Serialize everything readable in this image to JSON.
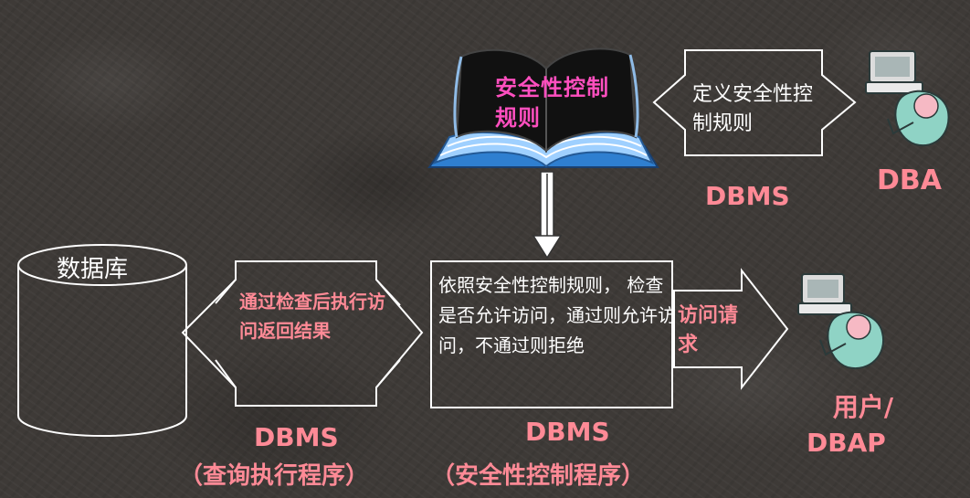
{
  "book": {
    "label": "安全性控制规则"
  },
  "define_rules": {
    "label": "定义安全性控制规则"
  },
  "dbms_top": "DBMS",
  "dba": "DBA",
  "database": {
    "label": "数据库"
  },
  "query_exec_box": {
    "label": "通过检查后执行访问返回结果"
  },
  "security_check_box": {
    "label": "依照安全性控制规则， 检查是否允许访问，通过则允许访问，不通过则拒绝"
  },
  "access_request": "访问请求",
  "user": {
    "line1": "用户/",
    "line2": "DBAP"
  },
  "dbms_left": {
    "title": "DBMS",
    "subtitle": "（查询执行程序）"
  },
  "dbms_mid": {
    "title": "DBMS",
    "subtitle": "（安全性控制程序）"
  },
  "colors": {
    "pink": "#ff8a96",
    "magenta": "#ff4fbf",
    "book_blue": "#3a86d6",
    "background": "#3e3a37"
  }
}
